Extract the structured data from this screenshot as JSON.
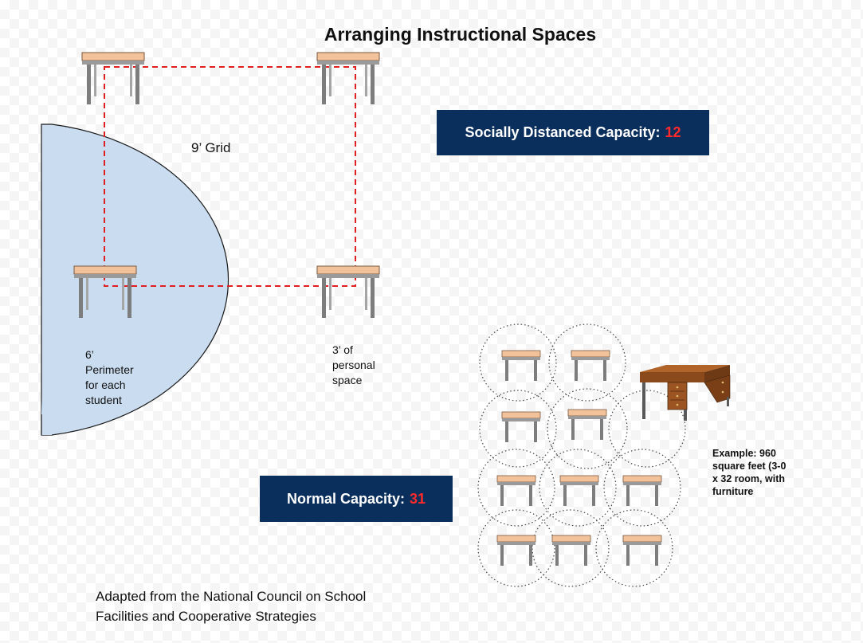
{
  "title": "Arranging Instructional Spaces",
  "grid_label": "9’ Grid",
  "perimeter_label": "6’\nPerimeter\nfor each\nstudent",
  "personal_space_label": "3’ of\npersonal\nspace",
  "social_capacity": {
    "label": "Socially Distanced Capacity:",
    "value": "12"
  },
  "normal_capacity": {
    "label": "Normal Capacity:",
    "value": "31"
  },
  "example_note": "Example: 960\nsquare feet (3-0\nx 32 room, with\nfurniture",
  "source_note": "Adapted from the National Council on School\nFacilities and Cooperative Strategies",
  "colors": {
    "navy": "#0b2f5c",
    "accent_red": "#ff2b2b",
    "perimeter_fill": "#c9dcf0",
    "grid_line": "#e02020",
    "desk_top": "#f2c29a",
    "desk_leg": "#7d7d7d",
    "teacher_desk": "#8b4a1c"
  }
}
